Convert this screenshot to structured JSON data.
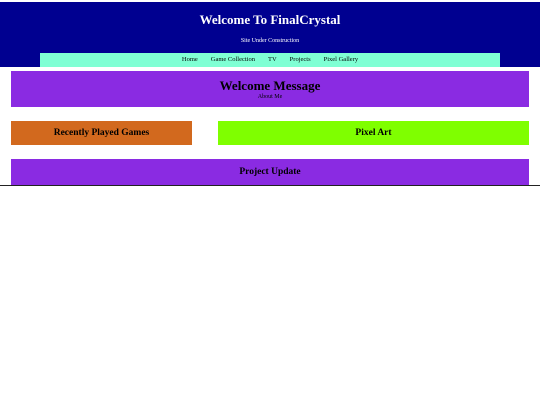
{
  "header": {
    "title": "Welcome To FinalCrystal",
    "subtitle": "Site Under Construction"
  },
  "nav": {
    "items": [
      {
        "label": "Home"
      },
      {
        "label": "Game Collection"
      },
      {
        "label": "TV"
      },
      {
        "label": "Projects"
      },
      {
        "label": "Pixel Gallery"
      }
    ]
  },
  "welcome": {
    "title": "Welcome Message",
    "subtitle": "About Me"
  },
  "sections": {
    "recent_games": "Recently Played Games",
    "pixel_art": "Pixel Art",
    "project_update": "Project Update"
  },
  "colors": {
    "header_bg": "#000090",
    "nav_bg": "#7fffd4",
    "welcome_bg": "#8a2be2",
    "games_bg": "#d2691e",
    "pixel_bg": "#7fff00",
    "project_bg": "#8a2be2"
  }
}
